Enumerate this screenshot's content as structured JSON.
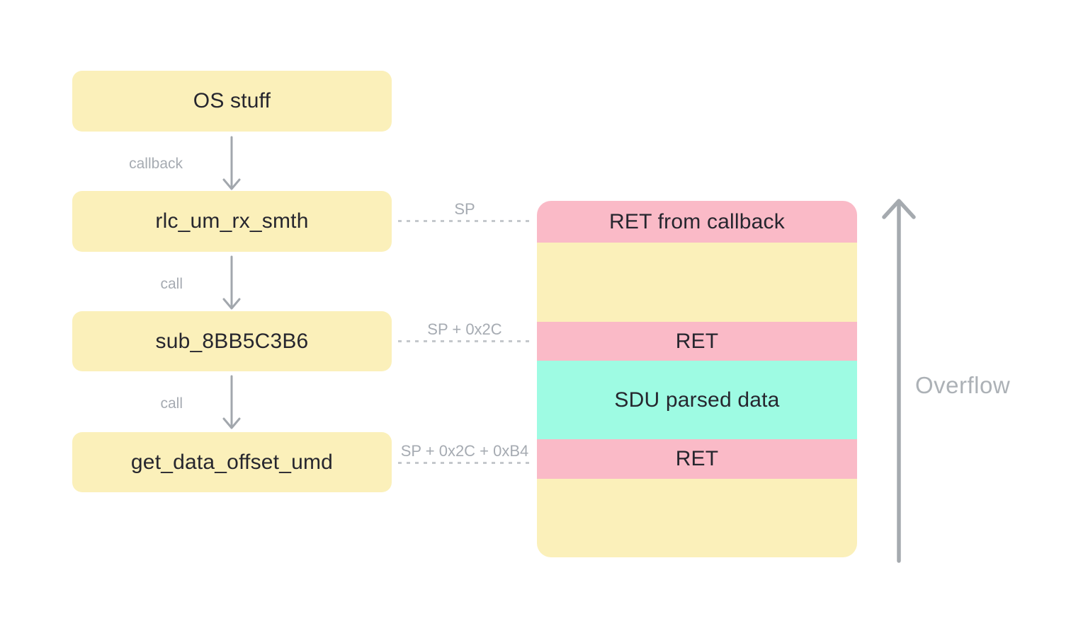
{
  "colors": {
    "yellow": "#FBF0BA",
    "pink": "#FABAC7",
    "teal": "#9EFBE3",
    "arrow_gray": "#A2A7AD",
    "label_gray": "#A6ABB2",
    "dash_gray": "#C4C8CC",
    "text_dark": "#26262E",
    "overflow_gray": "#ACB1B6",
    "bg": "#FFFFFF"
  },
  "call_chain": {
    "boxes": [
      {
        "label": "OS stuff"
      },
      {
        "label": "rlc_um_rx_smth"
      },
      {
        "label": "sub_8BB5C3B6"
      },
      {
        "label": "get_data_offset_umd"
      }
    ],
    "edges": [
      {
        "label": "callback"
      },
      {
        "label": "call"
      },
      {
        "label": "call"
      }
    ]
  },
  "sp_markers": [
    {
      "label": "SP"
    },
    {
      "label": "SP + 0x2C"
    },
    {
      "label": "SP + 0x2C + 0xB4"
    }
  ],
  "stack": {
    "rows": [
      {
        "label": "RET from callback",
        "type": "ret"
      },
      {
        "label": "",
        "type": "frame"
      },
      {
        "label": "RET",
        "type": "ret"
      },
      {
        "label": "SDU parsed data",
        "type": "data"
      },
      {
        "label": "RET",
        "type": "ret"
      },
      {
        "label": "",
        "type": "frame"
      }
    ]
  },
  "overflow": {
    "label": "Overflow"
  }
}
